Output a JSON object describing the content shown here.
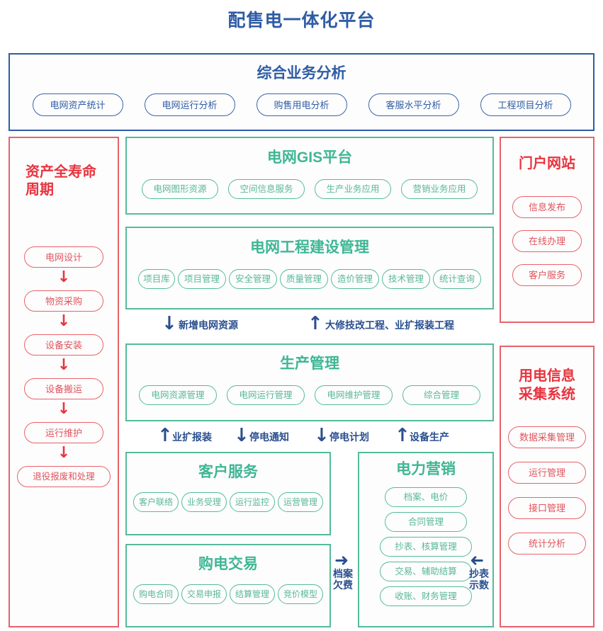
{
  "title": "配售电一体化平台",
  "colors": {
    "blue": "#2f5ca5",
    "green": "#55bb9a",
    "red": "#e8626a",
    "arrow_navy": "#2a4f8f",
    "arrow_red": "#e8343f",
    "background": "#ffffff"
  },
  "top_panel": {
    "title": "综合业务分析",
    "items": [
      "电网资产统计",
      "电网运行分析",
      "购售用电分析",
      "客服水平分析",
      "工程项目分析"
    ]
  },
  "left_panel": {
    "title": "资产全寿命\n周期",
    "title_line1": "资产全寿命",
    "title_line2": "周期",
    "steps": [
      "电网设计",
      "物资采购",
      "设备安装",
      "设备搬运",
      "运行维护",
      "退役报废和处理"
    ],
    "step_arrow_glyph": "↓"
  },
  "center": {
    "gis": {
      "title": "电网GIS平台",
      "items": [
        "电网图形资源",
        "空间信息服务",
        "生产业务应用",
        "营销业务应用"
      ]
    },
    "engineering": {
      "title": "电网工程建设管理",
      "items": [
        "项目库",
        "项目管理",
        "安全管理",
        "质量管理",
        "造价管理",
        "技术管理",
        "统计查询"
      ]
    },
    "arrows_upper": [
      {
        "glyph": "↓",
        "label": "新增电网资源"
      },
      {
        "glyph": "↑",
        "label": "大修技改工程、业扩报装工程"
      }
    ],
    "production": {
      "title": "生产管理",
      "items": [
        "电网资源管理",
        "电网运行管理",
        "电网维护管理",
        "综合管理"
      ]
    },
    "arrows_lower": [
      {
        "glyph": "↑",
        "label": "业扩报装"
      },
      {
        "glyph": "↓",
        "label": "停电通知"
      },
      {
        "glyph": "↓",
        "label": "停电计划"
      },
      {
        "glyph": "↑",
        "label": "设备生产"
      }
    ],
    "customer_service": {
      "title": "客户服务",
      "items": [
        "客户联络",
        "业务受理",
        "运行监控",
        "运营管理"
      ]
    },
    "power_purchase": {
      "title": "购电交易",
      "items": [
        "购电合同",
        "交易申报",
        "结算管理",
        "竞价模型"
      ]
    },
    "marketing": {
      "title": "电力营销",
      "items": [
        "档案、电价",
        "合同管理",
        "抄表、核算管理",
        "交易、辅助结算",
        "收账、财务管理"
      ]
    },
    "marketing_arrow_left": {
      "glyph": "➜",
      "label_line1": "档案",
      "label_line2": "欠费"
    },
    "marketing_arrow_right": {
      "glyph": "➜",
      "label_line1": "抄表",
      "label_line2": "示数"
    }
  },
  "right_panels": [
    {
      "title_line1": "门户网站",
      "title_line2": "",
      "items": [
        "信息发布",
        "在线办理",
        "客户服务"
      ]
    },
    {
      "title_line1": "用电信息",
      "title_line2": "采集系统",
      "items": [
        "数据采集管理",
        "运行管理",
        "接口管理",
        "统计分析"
      ]
    }
  ]
}
